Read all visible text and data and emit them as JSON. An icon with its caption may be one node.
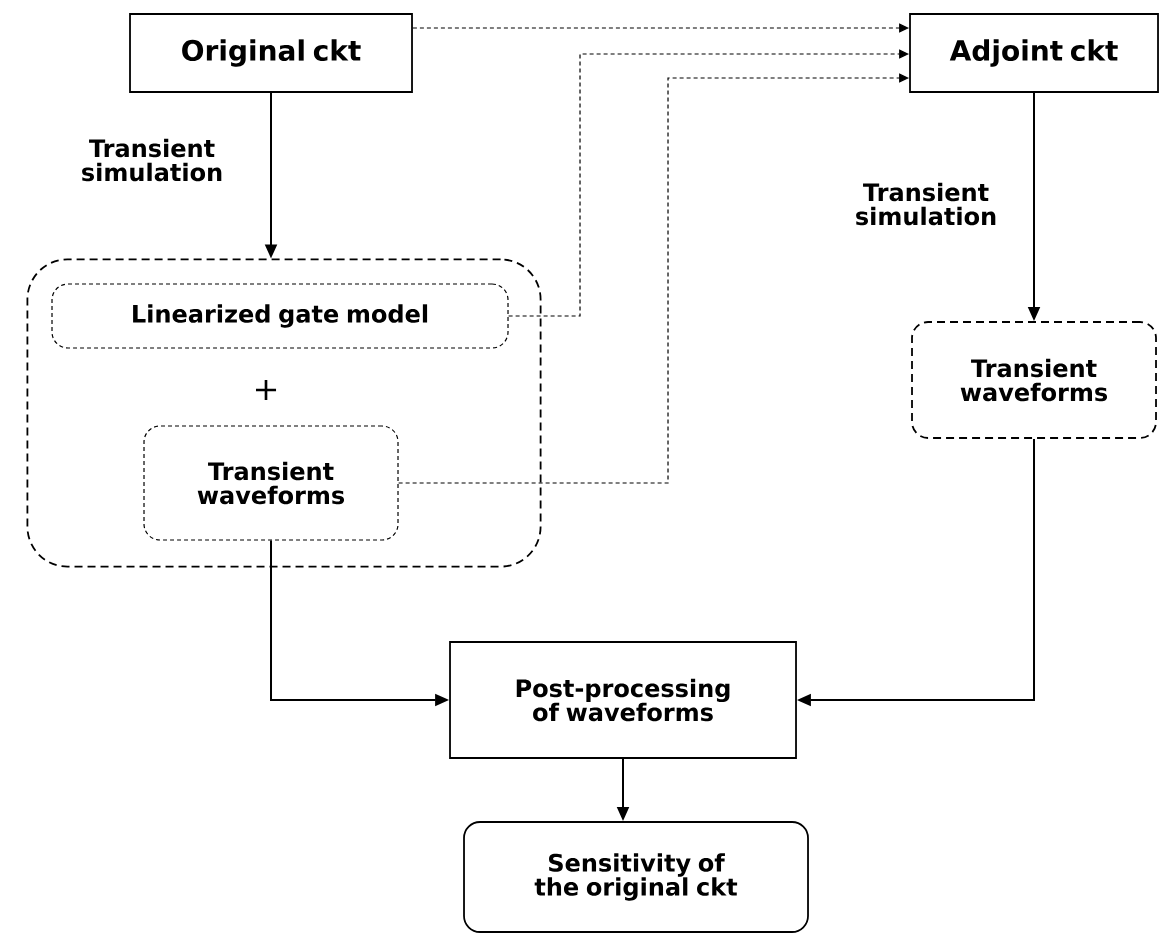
{
  "diagram": {
    "nodes": [
      {
        "text": [
          "Original ckt"
        ]
      },
      {
        "text": [
          "Adjoint ckt"
        ]
      },
      {
        "text": [],
        "shape": "box"
      },
      {
        "text": [
          "Linearized gate model"
        ],
        "in": 2
      },
      {
        "text": [
          "Transient waveforms"
        ],
        "in": 2
      },
      {
        "text": [
          "Transient waveforms"
        ]
      },
      {
        "text": [
          "Post-processing of waveforms"
        ]
      },
      {
        "text": [
          "Sensitivity of the original ckt"
        ]
      }
    ],
    "edges": [
      {
        "from": 0,
        "to": 2,
        "arrow": "to",
        "label": "Transient simulation"
      },
      {
        "from": 1,
        "to": 5,
        "arrow": "to",
        "label": "Transient simulation"
      },
      {
        "from": 0,
        "to": 1,
        "arrow": "to",
        "style": "dashed"
      },
      {
        "from": 3,
        "to": 1,
        "arrow": "to",
        "style": "dashed"
      },
      {
        "from": 4,
        "to": 1,
        "arrow": "to",
        "style": "dashed"
      },
      {
        "from": 4,
        "to": 6,
        "arrow": "to"
      },
      {
        "from": 5,
        "to": 6,
        "arrow": "to"
      },
      {
        "from": 6,
        "to": 7,
        "arrow": "to"
      }
    ],
    "labels": [
      "+"
    ]
  }
}
